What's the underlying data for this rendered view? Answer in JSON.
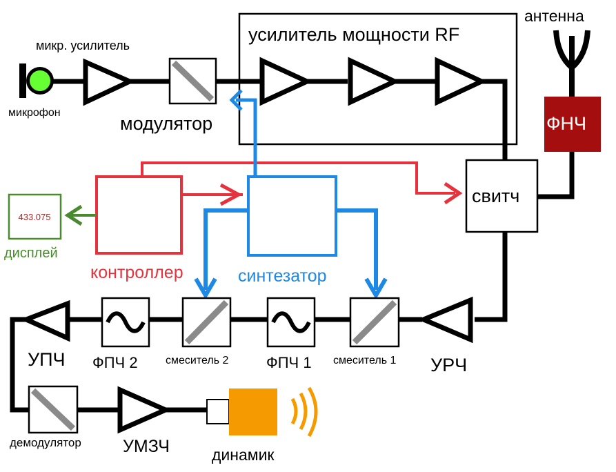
{
  "labels": {
    "mic_amp": "микр. усилитель",
    "mic": "микрофон",
    "modulator": "модулятор",
    "power_amp": "усилитель мощности RF",
    "antenna": "антенна",
    "lpf": "ФНЧ",
    "switch": "свитч",
    "display_value": "433.075",
    "display": "дисплей",
    "controller": "контроллер",
    "synth": "синтезатор",
    "upch": "УПЧ",
    "fpch2": "ФПЧ 2",
    "mixer2": "смеситель 2",
    "fpch1": "ФПЧ 1",
    "mixer1": "смеситель 1",
    "urch": "УРЧ",
    "demod": "демодулятор",
    "umzch": "УМЗЧ",
    "speaker": "динамик"
  },
  "colors": {
    "line": "#000000",
    "red": "#e5323c",
    "blue": "#1e88e5",
    "green": "#4a8a2e",
    "lpf_fill": "#a50e0e",
    "speaker": "#f59a00",
    "mic_green": "#66ff33",
    "display_text": "#a52a2a",
    "mixer_slash": "#8a8a8a"
  },
  "icons": {
    "mic": "microphone-icon",
    "antenna": "antenna-icon",
    "speaker": "speaker-icon",
    "filter": "sine-wave-icon"
  }
}
